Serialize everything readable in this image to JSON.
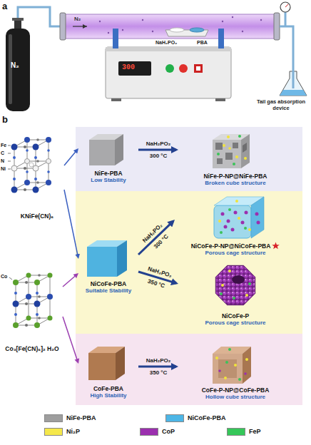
{
  "diagram": {
    "nodes": [
      {
        "text": [
          "KNiFe(CN)₆"
        ]
      },
      {
        "text": [
          "Co₃[Fe(CN)₆]₂ H₂O"
        ]
      },
      {
        "text": [
          "NiFe-PBA",
          "Low Stability"
        ]
      },
      {
        "text": [
          "NiFe-P-NP@NiFe-PBA",
          "Broken cube structure"
        ]
      },
      {
        "text": [
          "NiCoFe-PBA",
          "Suitable Stability"
        ]
      },
      {
        "text": [
          "NiCoFe-P-NP@NiCoFe-PBA",
          "Porous cage structure"
        ]
      },
      {
        "text": [
          "NiCoFe-P",
          "Porous cage structure"
        ]
      },
      {
        "text": [
          "CoFe-PBA",
          "High Stability"
        ]
      },
      {
        "text": [
          "CoFe-P-NP@CoFe-PBA",
          "Hollow cube structure"
        ]
      }
    ],
    "edges": [
      {
        "from": 0,
        "to": 2,
        "arrow": "to"
      },
      {
        "from": 0,
        "to": 4,
        "arrow": "to"
      },
      {
        "from": 1,
        "to": 4,
        "arrow": "to"
      },
      {
        "from": 1,
        "to": 7,
        "arrow": "to"
      },
      {
        "from": 2,
        "to": 3,
        "arrow": "to",
        "label": "NaH₂PO₂"
      },
      {
        "from": 4,
        "to": 5,
        "arrow": "to",
        "label": "NaH₂PO₂"
      },
      {
        "from": 4,
        "to": 6,
        "arrow": "to",
        "label": "NaH₂PO₂"
      },
      {
        "from": 7,
        "to": 8,
        "arrow": "to",
        "label": "NaH₂PO₂"
      }
    ],
    "labels": [
      "a",
      "N₂",
      "N₂",
      "300",
      "NaH₂PO₂",
      "PBA",
      "Tail gas absorption device",
      "b",
      "Fe",
      "C",
      "N",
      "Ni",
      "Co",
      "300 °C",
      "300 °C",
      "350 °C",
      "350 °C"
    ],
    "legend": [
      {
        "text": "NiFe-PBA",
        "color": "#9e9e9e"
      },
      {
        "text": "NiCoFe-PBA",
        "color": "#4db6e6"
      },
      {
        "text": "Ni₂P",
        "color": "#f5e84a"
      },
      {
        "text": "CoP",
        "color": "#9b2fae"
      },
      {
        "text": "FeP",
        "color": "#35c759"
      }
    ]
  }
}
